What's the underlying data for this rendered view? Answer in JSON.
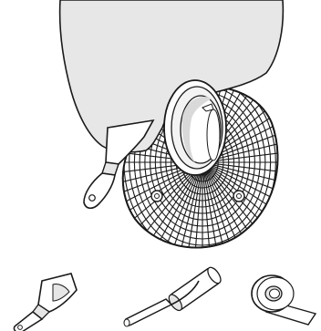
{
  "figure": {
    "description_text": "",
    "colors": {
      "background": "#ffffff",
      "stroke": "#1a1a1a",
      "shade": "#e6e6e6",
      "light": "#f3f3f3"
    },
    "parts": [
      {
        "id": "surface",
        "icon": "basin-surface-icon"
      },
      {
        "id": "grate",
        "icon": "drain-grate-icon"
      },
      {
        "id": "outlet",
        "icon": "drain-outlet-icon"
      },
      {
        "id": "spatula-applied",
        "icon": "spatula-icon"
      }
    ],
    "tools": [
      {
        "id": "spatula",
        "icon": "spatula-icon"
      },
      {
        "id": "roller",
        "icon": "paint-roller-icon"
      },
      {
        "id": "tape",
        "icon": "tape-roll-icon"
      }
    ]
  }
}
